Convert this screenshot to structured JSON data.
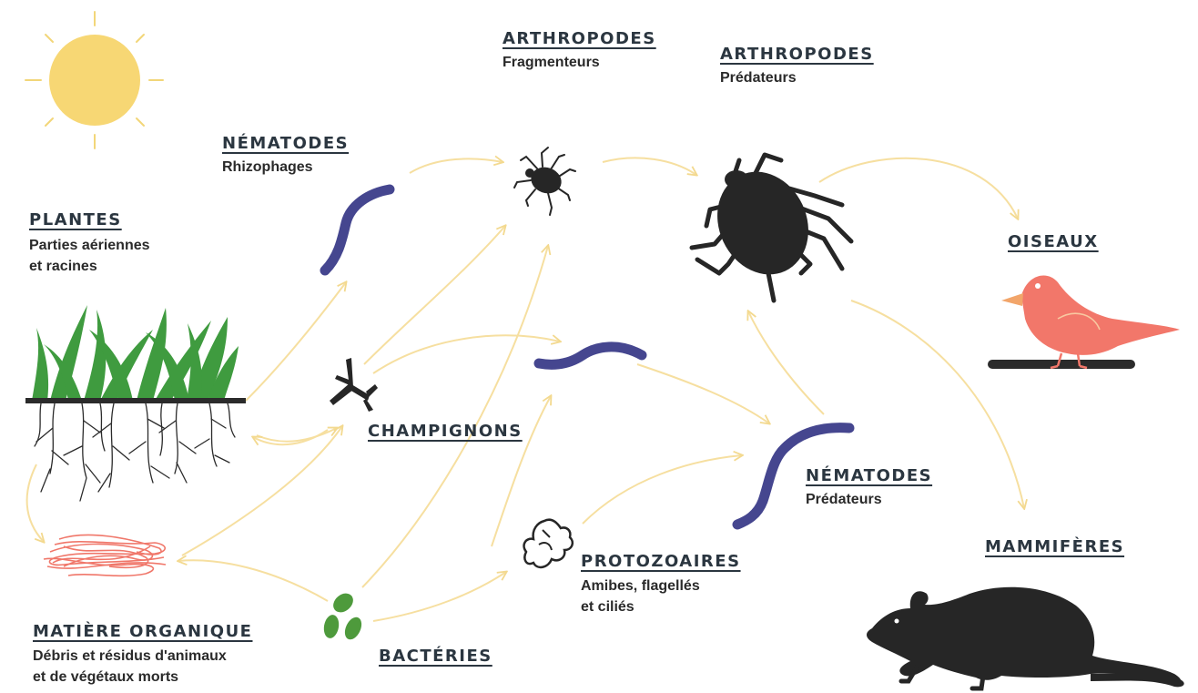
{
  "nodes": {
    "plantes": {
      "title": "PLANTES",
      "sub1": "Parties aériennes",
      "sub2": "et racines"
    },
    "matiere": {
      "title": "MATIÈRE ORGANIQUE",
      "sub1": "Débris et résidus d'animaux",
      "sub2": "et de végétaux morts"
    },
    "nematodes_rhizo": {
      "title": "NÉMATODES",
      "sub1": "Rhizophages"
    },
    "champignons": {
      "title": "CHAMPIGNONS"
    },
    "bacteries": {
      "title": "BACTÉRIES"
    },
    "arthro_frag": {
      "title": "ARTHROPODES",
      "sub1": "Fragmenteurs"
    },
    "arthro_pred": {
      "title": "ARTHROPODES",
      "sub1": "Prédateurs"
    },
    "protozoaires": {
      "title": "PROTOZOAIRES",
      "sub1": "Amibes, flagellés",
      "sub2": "et ciliés"
    },
    "nematodes_pred": {
      "title": "NÉMATODES",
      "sub1": "Prédateurs"
    },
    "oiseaux": {
      "title": "OISEAUX"
    },
    "mammiferes": {
      "title": "MAMMIFÈRES"
    }
  },
  "colors": {
    "arrow": "#f6dfa0",
    "sun": "#f7d774",
    "grass": "#3f9b3f",
    "soil": "#2b2b2b",
    "nematode": "#45468f",
    "organic_matter": "#f0776a",
    "bacteria": "#4e9a3c",
    "bird": "#f2776a",
    "label": "#2b3640"
  },
  "icons": [
    "sun-icon",
    "grass-roots-icon",
    "organic-matter-icon",
    "nematode-icon",
    "fungus-icon",
    "bacteria-icon",
    "mite-icon",
    "protozoa-icon",
    "bird-icon",
    "mouse-icon"
  ]
}
